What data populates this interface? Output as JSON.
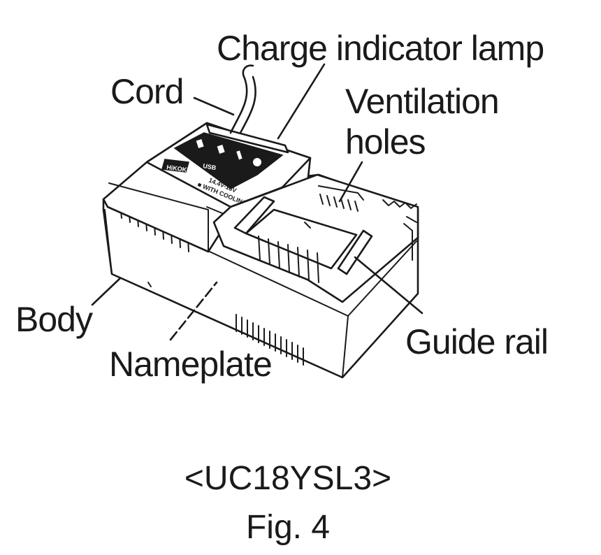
{
  "labels": {
    "charge_indicator_lamp": "Charge indicator lamp",
    "cord": "Cord",
    "ventilation_holes_line1": "Ventilation",
    "ventilation_holes_line2": "holes",
    "body": "Body",
    "nameplate": "Nameplate",
    "guide_rail": "Guide rail"
  },
  "panel": {
    "brand": "HiKOKI",
    "usb": "USB",
    "voltage": "14.4V-18V",
    "system": "■ WITH COOLING SYSTEM"
  },
  "caption": {
    "model": "<UC18YSL3>",
    "figure": "Fig. 4"
  }
}
